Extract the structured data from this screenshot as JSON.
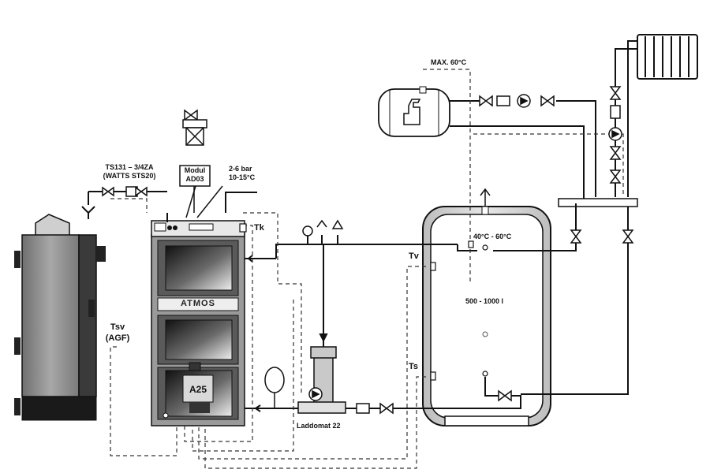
{
  "labels": {
    "max_temp": "MAX. 60°C",
    "valve_ts131_line1": "TS131 – 3/4ZA",
    "valve_ts131_line2": "(WATTS STS20)",
    "modul_line1": "Modul",
    "modul_line2": "AD03",
    "pressure_line1": "2-6 bar",
    "pressure_line2": "10-15°C",
    "tk": "Tk",
    "boiler_brand": "ATMOS",
    "boiler_model": "A25",
    "tsv_line1": "Tsv",
    "tsv_line2": "(AGF)",
    "tv": "Tv",
    "ts": "Ts",
    "tank_temp": "40°C - 60°C",
    "tank_volume": "500 - 1000 l",
    "laddomat": "Laddomat 22"
  },
  "colors": {
    "line": "#111111",
    "boiler_body": "#8c8c8c",
    "boiler_dark": "#2b2b2b",
    "tank_fill": "#d4d4d4"
  }
}
